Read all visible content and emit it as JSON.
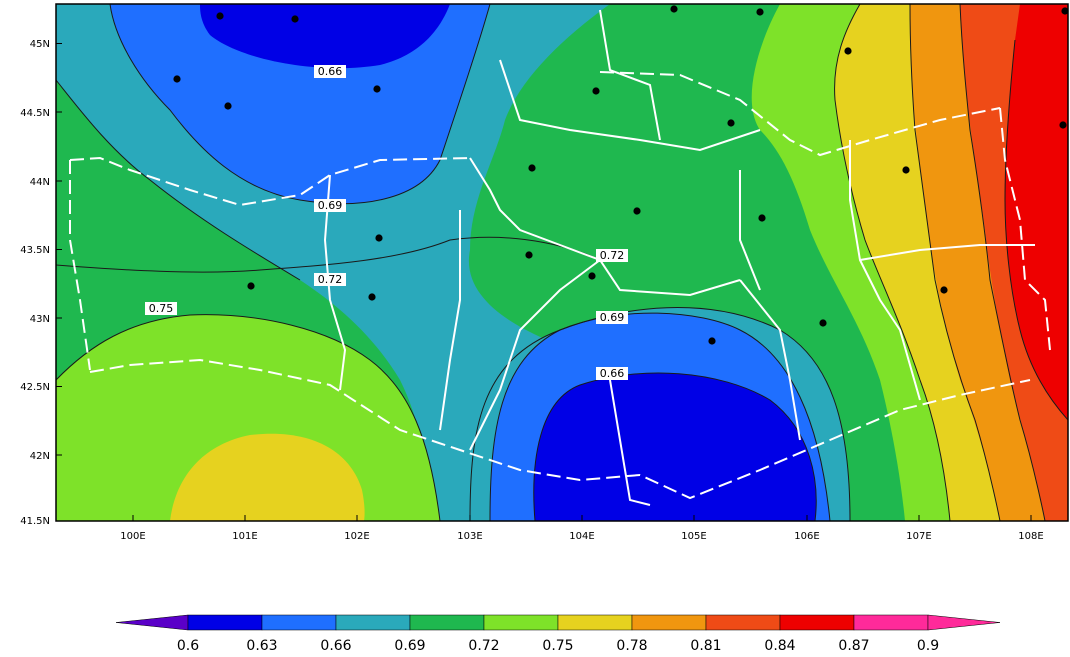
{
  "map": {
    "lat_ticks": [
      "45N",
      "44.5N",
      "44N",
      "43.5N",
      "43N",
      "42.5N",
      "42N",
      "41.5N"
    ],
    "lon_ticks": [
      "100E",
      "101E",
      "102E",
      "103E",
      "104E",
      "105E",
      "106E",
      "107E",
      "108E"
    ],
    "contour_labels": [
      "0.66",
      "0.69",
      "0.72",
      "0.75",
      "0.72",
      "0.69",
      "0.66"
    ],
    "fill_colors": {
      "c060": "#5a00c8",
      "c063": "#0000e6",
      "c066": "#1f6fff",
      "c069": "#2aa9bb",
      "c072": "#1fb84f",
      "c075": "#7ee229",
      "c078": "#e6d21f",
      "c081": "#f0960f",
      "c084": "#ef4b16",
      "c087": "#ee0000",
      "c090": "#ff2a9a"
    },
    "boundary_color": "#ffffff",
    "station_color": "#000000"
  },
  "colorbar": {
    "labels": [
      "0.6",
      "0.63",
      "0.66",
      "0.69",
      "0.72",
      "0.75",
      "0.78",
      "0.81",
      "0.84",
      "0.87",
      "0.9"
    ],
    "colors": [
      "#5a00c8",
      "#0000e6",
      "#1f6fff",
      "#2aa9bb",
      "#1fb84f",
      "#7ee229",
      "#e6d21f",
      "#f0960f",
      "#ef4b16",
      "#ee0000",
      "#ff2a9a"
    ]
  }
}
